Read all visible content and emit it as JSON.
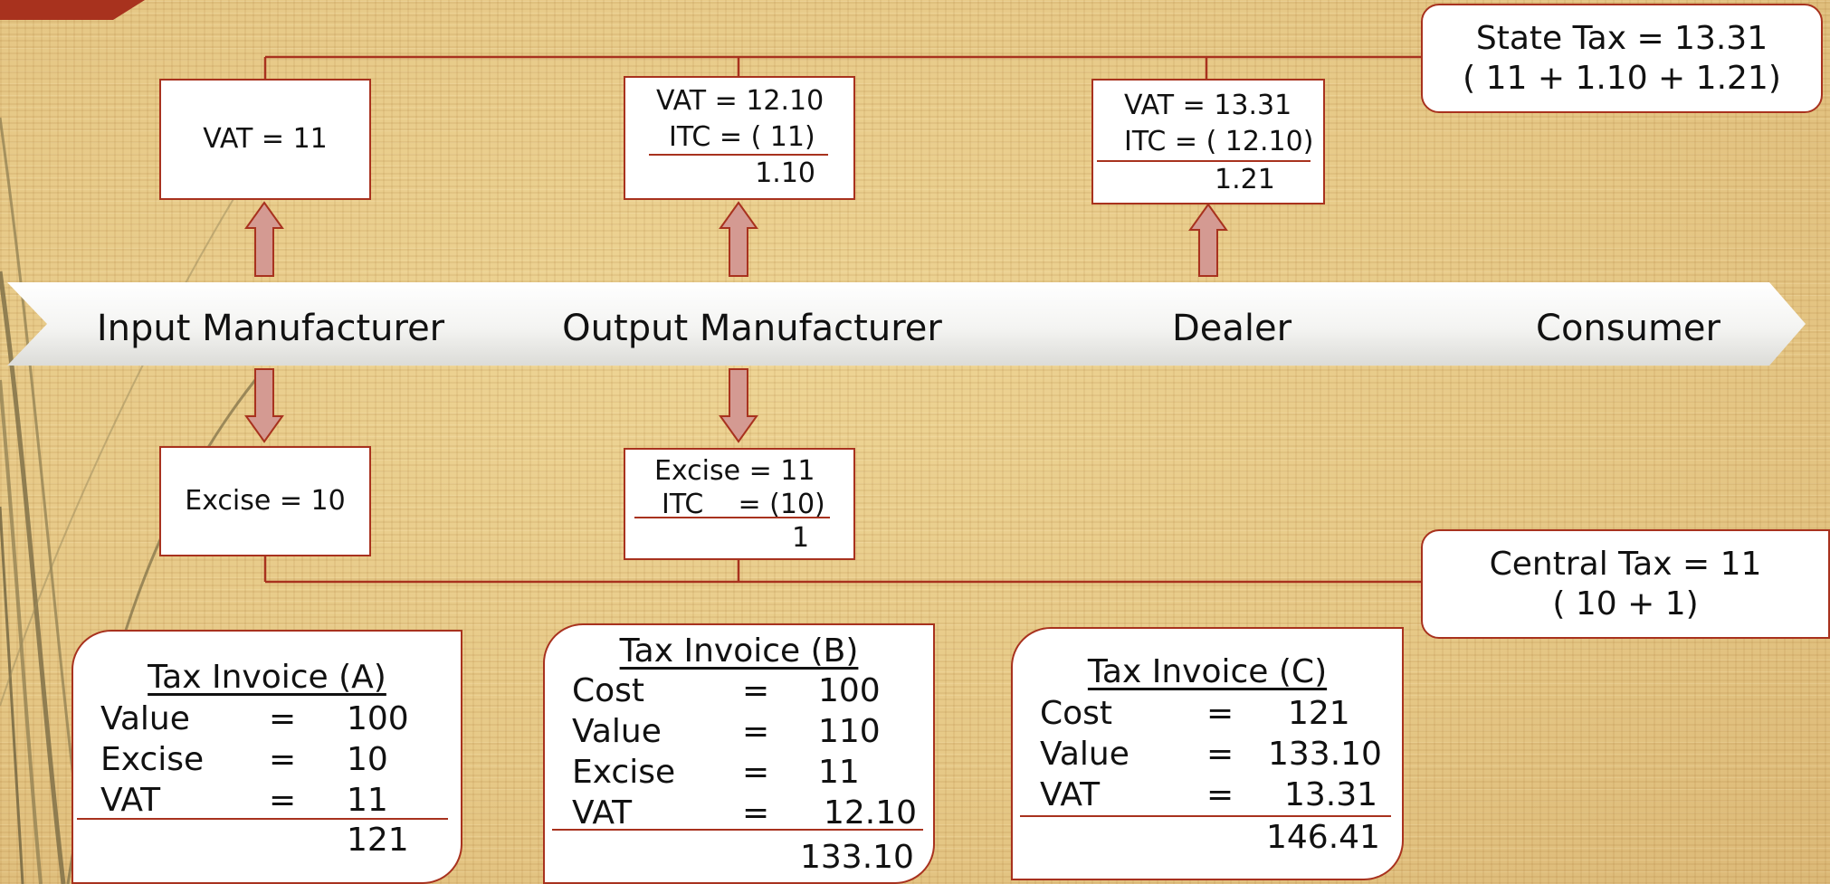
{
  "state_tax": {
    "line1": "State Tax =  13.31",
    "line2": "( 11 +  1.10 +  1.21)"
  },
  "central_tax": {
    "line1": "Central Tax =  11",
    "line2": "( 10 +  1)"
  },
  "vat_boxes": {
    "input": "VAT =  11",
    "output": {
      "line1": "VAT =  12.10",
      "line2": "ITC = ( 11)",
      "line3": "1.10"
    },
    "dealer": {
      "line1": "VAT =  13.31",
      "line2": "ITC = ( 12.10)",
      "line3": "1.21"
    }
  },
  "excise_boxes": {
    "input": "Excise =  10",
    "output": {
      "line1": "Excise  =  11",
      "line2": "ITC    = (10)",
      "line3": "1"
    }
  },
  "stages": [
    "Input Manufacturer",
    "Output Manufacturer",
    "Dealer",
    "Consumer"
  ],
  "invoice_a": {
    "title": "Tax Invoice (A)",
    "rows": [
      {
        "label": "Value",
        "eq": "=",
        "val": "100"
      },
      {
        "label": "Excise",
        "eq": "=",
        "val": "10"
      },
      {
        "label": "VAT",
        "eq": "=",
        "val": "11"
      }
    ],
    "total": "121"
  },
  "invoice_b": {
    "title": "Tax Invoice (B)",
    "rows": [
      {
        "label": "Cost",
        "eq": "=",
        "val": "100"
      },
      {
        "label": "Value",
        "eq": "=",
        "val": "110"
      },
      {
        "label": "Excise",
        "eq": "=",
        "val": "11"
      },
      {
        "label": "VAT",
        "eq": "=",
        "val": "12.10"
      }
    ],
    "total": "133.10"
  },
  "invoice_c": {
    "title": "Tax Invoice (C)",
    "rows": [
      {
        "label": "Cost",
        "eq": "=",
        "val": "121"
      },
      {
        "label": "Value",
        "eq": "=",
        "val": "133.10"
      },
      {
        "label": "VAT",
        "eq": "=",
        "val": "13.31"
      }
    ],
    "total": "146.41"
  },
  "colors": {
    "line": "#a8321e",
    "arrow_fill": "#d49a92",
    "background": "#e8cd8c"
  }
}
